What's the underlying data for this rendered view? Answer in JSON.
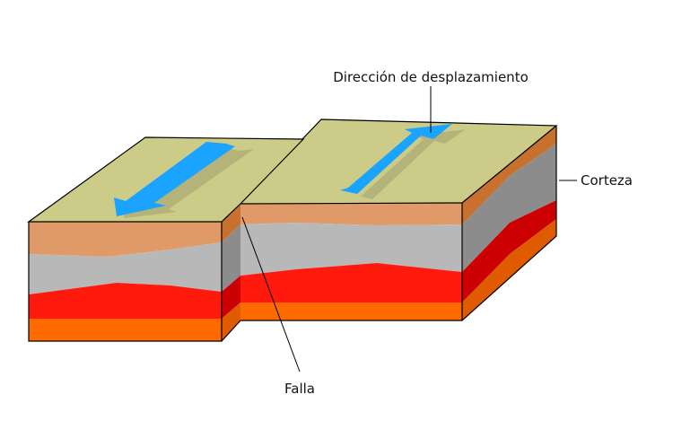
{
  "labels": {
    "direction": "Dirección de desplazamiento",
    "crust": "Corteza",
    "fault": "Falla"
  },
  "colors": {
    "top_surface": "#cccc88",
    "layer_tan": "#e09a68",
    "layer_gray": "#b8b8b8",
    "layer_red": "#ff1a0d",
    "layer_orange": "#ff6a00",
    "arrow": "#1aa3ff",
    "arrow_shadow": "#9e9e70",
    "outline": "#000000"
  }
}
